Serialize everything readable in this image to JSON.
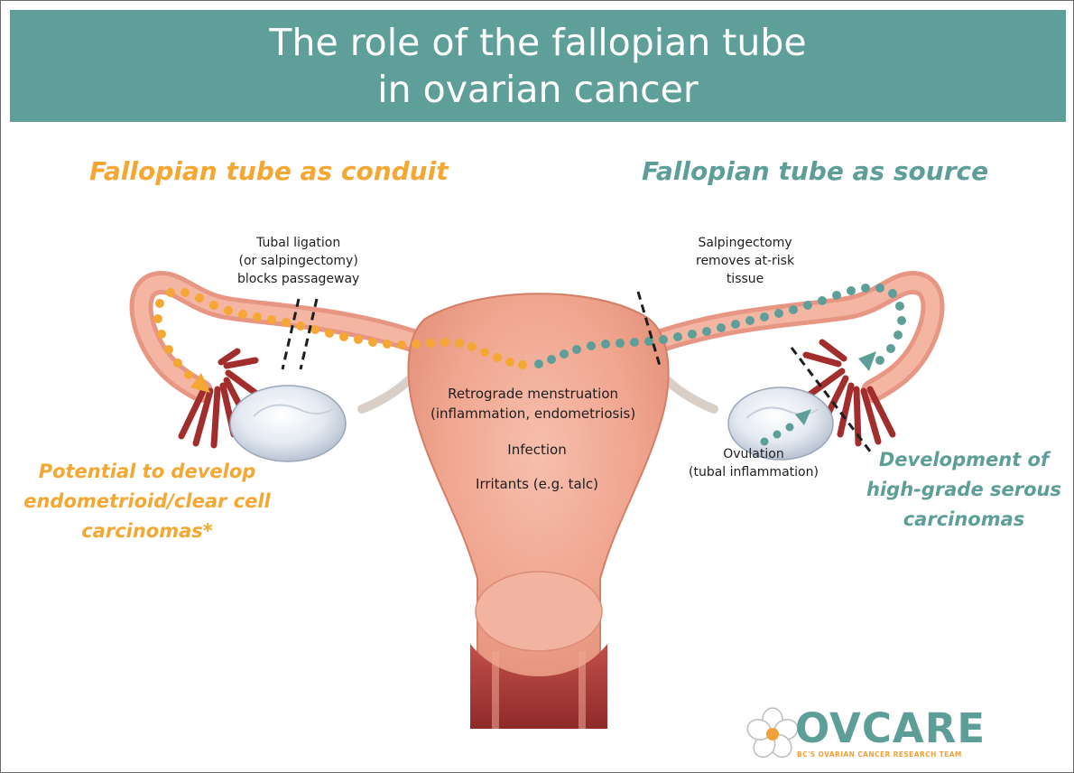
{
  "title": {
    "line1": "The role of the fallopian tube",
    "line2": "in ovarian cancer"
  },
  "headings": {
    "conduit": "Fallopian tube as conduit",
    "source": "Fallopian tube as source"
  },
  "annotations": {
    "tubal_ligation": [
      "Tubal ligation",
      "(or salpingectomy)",
      "blocks passageway"
    ],
    "salpingectomy": [
      "Salpingectomy",
      "removes at-risk",
      "tissue"
    ],
    "ovulation": [
      "Ovulation",
      "(tubal inflammation)"
    ]
  },
  "center_text": {
    "retrograde": [
      "Retrograde menstruation",
      "(inflammation, endometriosis)"
    ],
    "infection": "Infection",
    "irritants": "Irritants (e.g. talc)"
  },
  "outcomes": {
    "left": [
      "Potential to develop",
      "endometrioid/clear cell",
      "carcinomas*"
    ],
    "right": [
      "Development of",
      "high-grade serous",
      "carcinomas"
    ]
  },
  "logo": {
    "word": "OVCARE",
    "tagline": "BC'S OVARIAN CANCER RESEARCH TEAM"
  },
  "colors": {
    "banner": "#5f9f9a",
    "conduit_orange": "#f4a732",
    "source_teal": "#5e9e98",
    "uterus": "#f1a995",
    "fimbriae": "#a22d2d"
  }
}
